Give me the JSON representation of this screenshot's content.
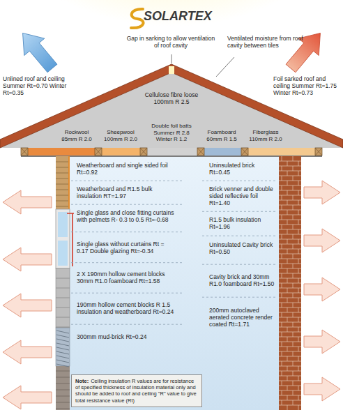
{
  "diagram": {
    "nodes": [
      {
        "text": [
          "Note:",
          "Ceiling insulation R values are for resistance of specified thickness of insulation material only and should be added to roof and ceiling \"R\" value to give total resistance value (Rt)"
        ]
      }
    ],
    "labels": [
      "SOLARTEX",
      "Gap in sarking to allow ventilation of roof cavity",
      "Ventilated moisture from roof cavity between tiles",
      "Unlined roof and ceiling Summer Rt=0.70 Winter Rt=0.35",
      "Foil sarked roof and ceiling Summer Rt=1.75 Winter Rt=0.73",
      "Cellulose fibre loose 100mm R 2.5",
      "Rockwool 85mm R 2.0",
      "Sheepwool 100mm R 2.0",
      "Double foil batts Summer R 2.8 Winter R 1.2",
      "Foamboard 60mm R 1.5",
      "Fiberglass 110mm R 2.0",
      "Weatherboard and single sided foil Rt=0.92",
      "Weatherboard and R1.5 bulk insulation RT=1.97",
      "Single glass and close fitting curtains with pelmets R- 0.3 to 0.5 Rt=-0.68",
      "Single glass without curtains Rt = 0.17 Double glazing Rt=-0.34",
      "2 X 190mm hollow cement blocks 30mm R1.0 foamboard Rt=1.58",
      "190mm hollow cement blocks R 1.5 insulation and weatherboard Rt=0.24",
      "300mm mud-brick Rt=0.24",
      "Uninsulated brick Rt=0.45",
      "Brick venner and double sided reflective foil Rt=1.40",
      "R1.5 bulk insulation Rt=1.96",
      "Uninsulated Cavity brick Rt=0.50",
      "Cavity brick and 30mm R1.0 foamboard Rt=1.50",
      "200mm autoclaved aerated concrete render coated Rt=1.71"
    ]
  }
}
